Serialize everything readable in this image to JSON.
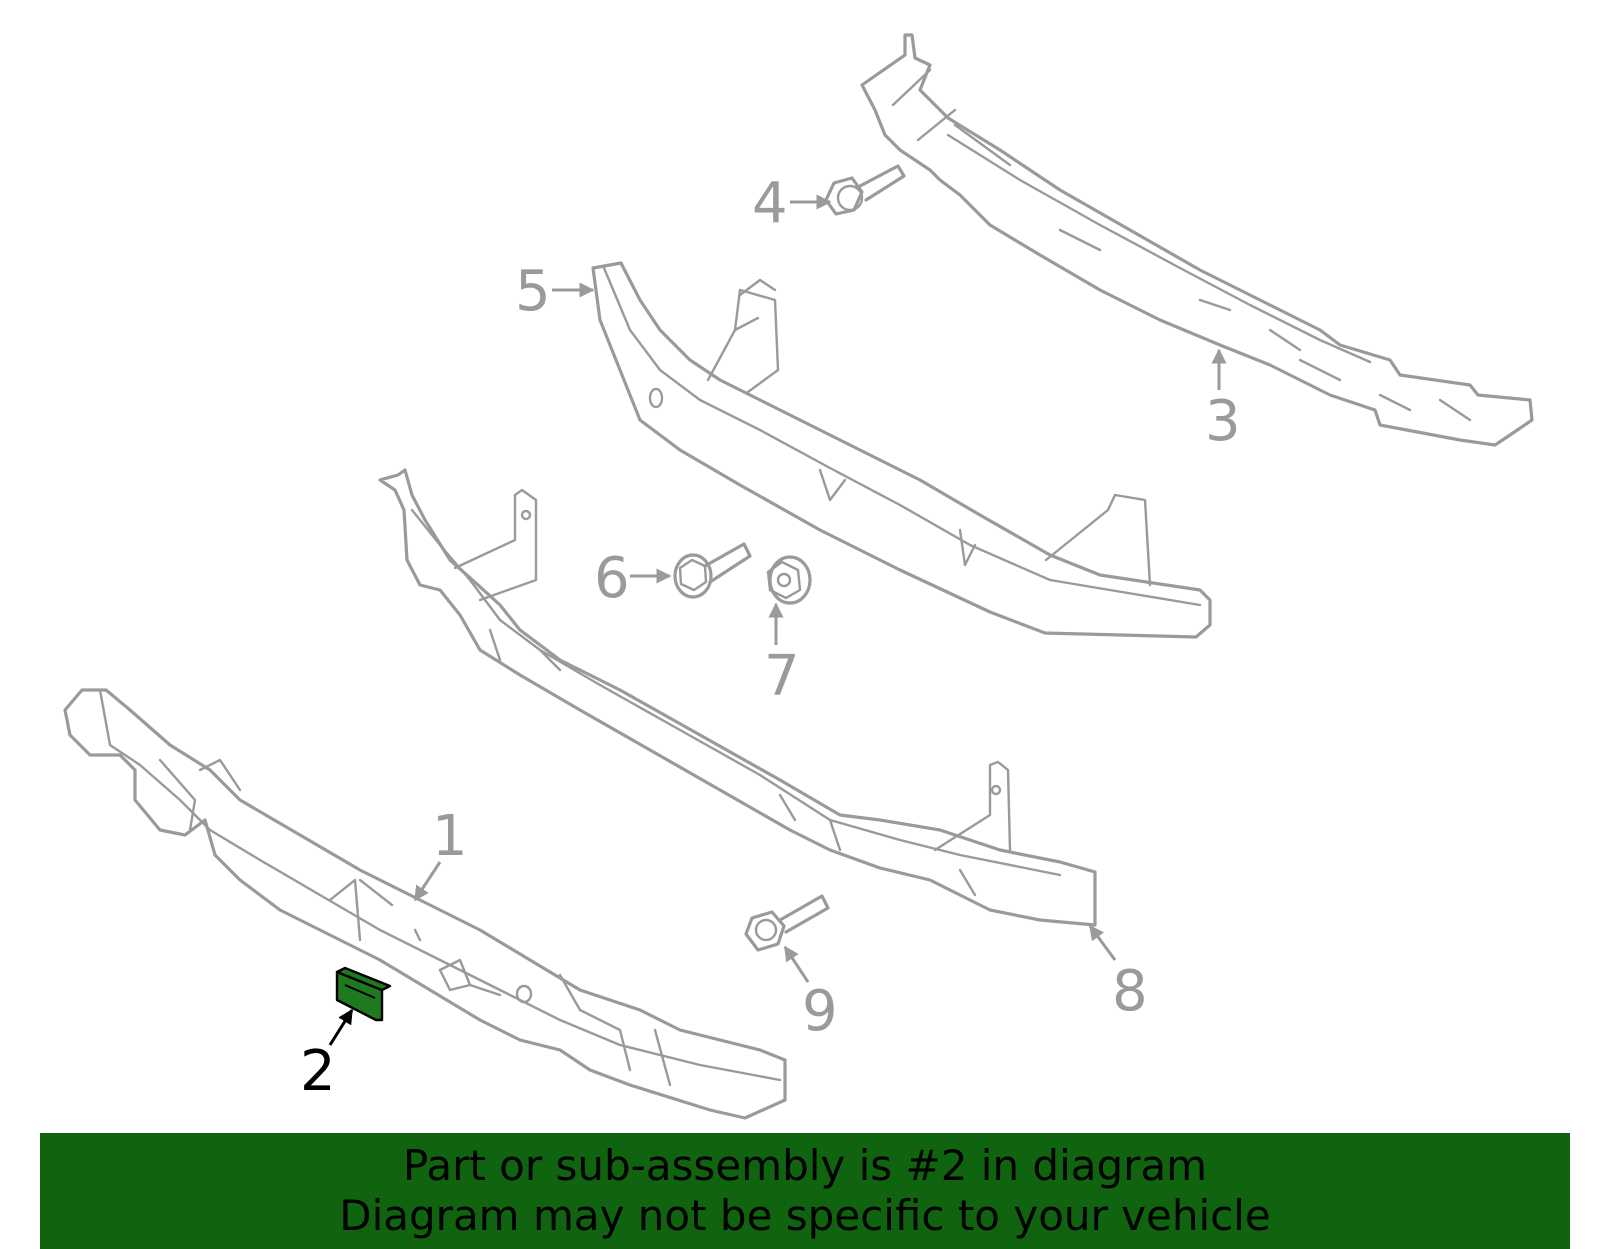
{
  "diagram": {
    "callouts": [
      "1",
      "2",
      "3",
      "4",
      "5",
      "6",
      "7",
      "8",
      "9"
    ],
    "highlighted_part": "2"
  },
  "colors": {
    "line_art": "#9a9a9a",
    "highlight_part": "#1f7a1f",
    "banner_background": "#106410",
    "banner_text": "#000000"
  },
  "banner": {
    "line1": "Part or sub-assembly is #2 in diagram",
    "line2": "Diagram may not be specific to your vehicle"
  }
}
